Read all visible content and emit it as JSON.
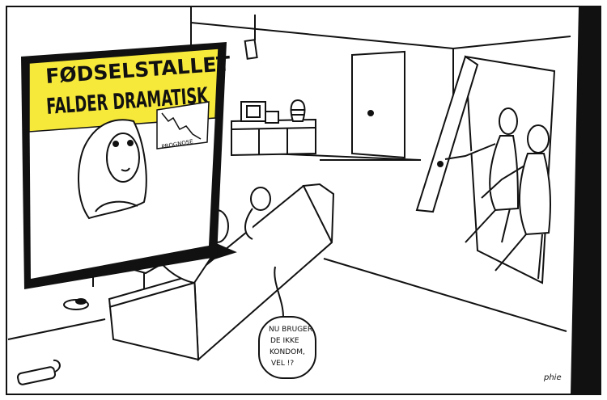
{
  "tv": {
    "headline_line1": "FØDSELSTALLET",
    "headline_line2": "FALDER DRAMATISK",
    "chart_label": "PROGNOSE"
  },
  "speech": {
    "lines": [
      "NU BRUGER",
      "DE IKKE",
      "KONDOM,",
      "VEL !?"
    ]
  },
  "signature": "phie",
  "colors": {
    "banner": "#f7e93a",
    "ink": "#111111",
    "wall": "#ffffff"
  }
}
